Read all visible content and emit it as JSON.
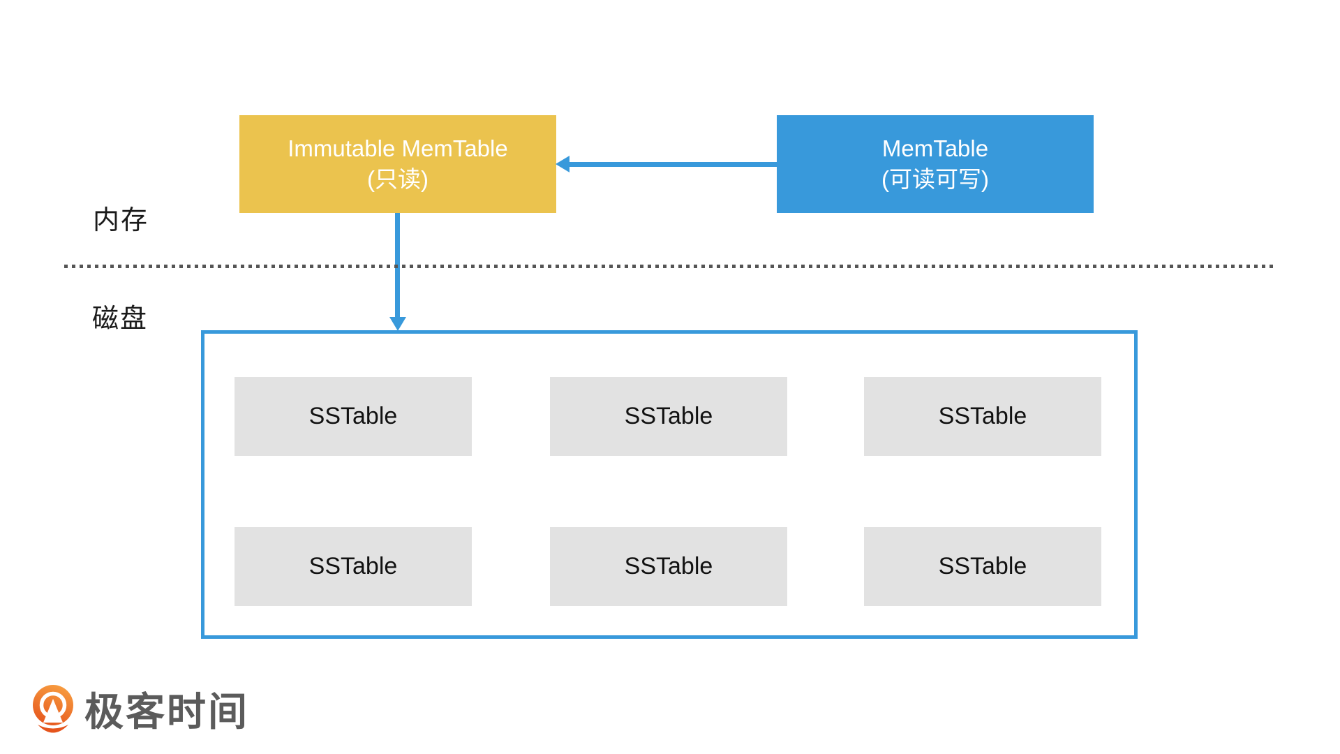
{
  "labels": {
    "memory": "内存",
    "disk": "磁盘"
  },
  "memory_section": {
    "immutable_memtable_box": {
      "title": "Immutable MemTable",
      "subtitle": "(只读)"
    },
    "memtable_box": {
      "title": "MemTable",
      "subtitle": "(可读可写)"
    }
  },
  "disk_section": {
    "sstables": [
      "SSTable",
      "SSTable",
      "SSTable",
      "SSTable",
      "SSTable",
      "SSTable"
    ]
  },
  "logo": {
    "text": "极客时间",
    "icon": "geektime-pin-icon"
  },
  "colors": {
    "memtable_blue": "#3899DB",
    "immutable_yellow": "#EBC34E",
    "sstable_gray": "#E2E2E2",
    "divider_dot_gray": "#555555",
    "label_black": "#1A1A1A",
    "logo_orange_light": "#F79B3F",
    "logo_orange_dark": "#E5541C",
    "logo_text_gray": "#5B5B5B"
  }
}
